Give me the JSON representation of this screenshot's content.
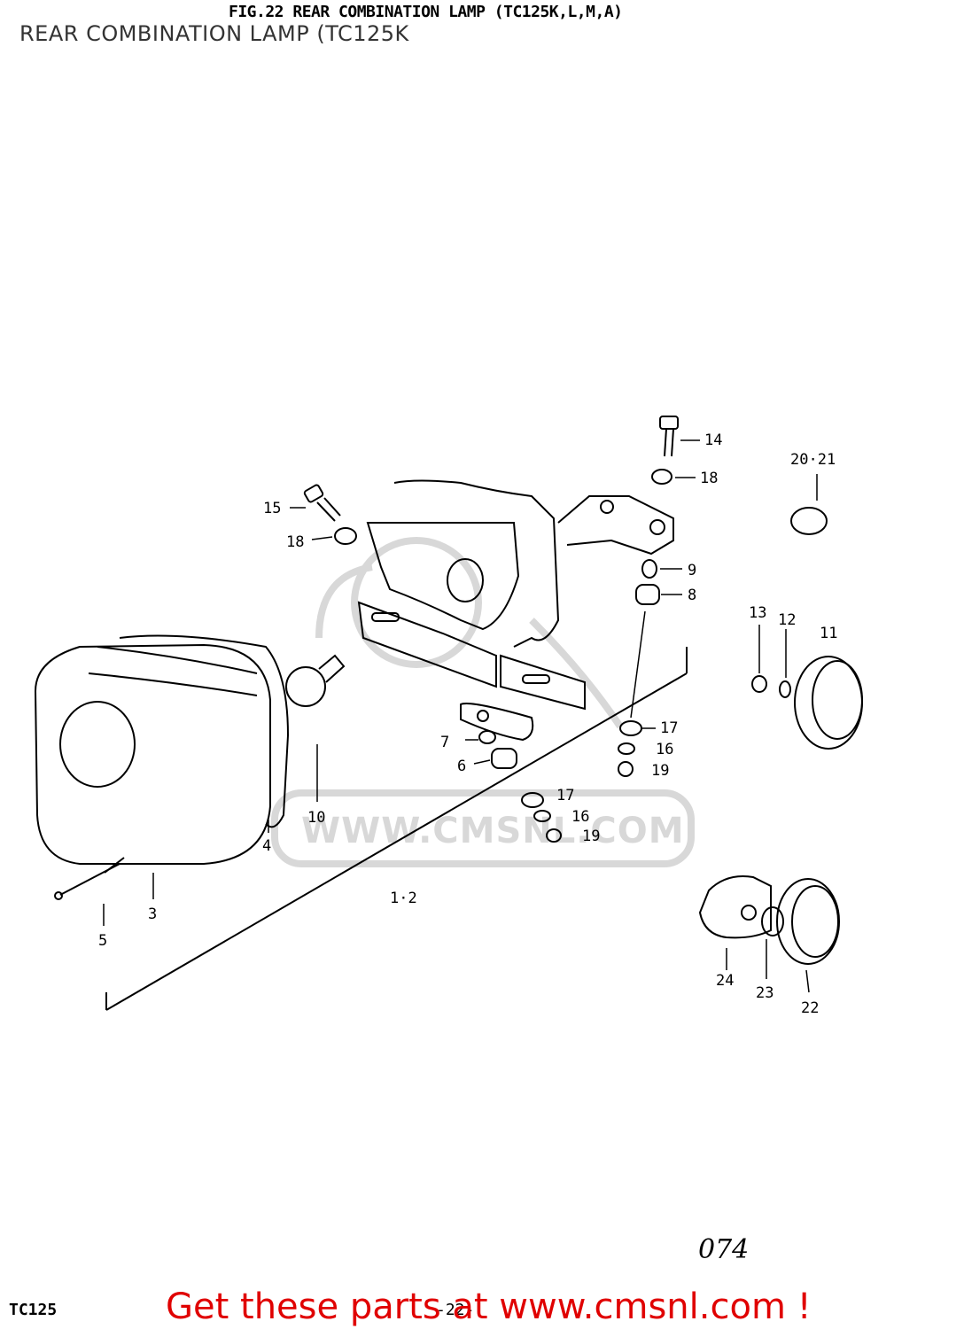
{
  "header": {
    "page_title": "REAR COMBINATION LAMP (TC125K",
    "figure_heading": "FIG.22  REAR COMBINATION LAMP (TC125K,L,M,A)"
  },
  "watermark": {
    "text": "WWW.CMSNL.COM"
  },
  "labels": {
    "p1_2": "1·2",
    "p3": "3",
    "p4": "4",
    "p5": "5",
    "p6": "6",
    "p7": "7",
    "p8": "8",
    "p9": "9",
    "p10": "10",
    "p11": "11",
    "p12": "12",
    "p13": "13",
    "p14": "14",
    "p15": "15",
    "p16a": "16",
    "p16b": "16",
    "p17a": "17",
    "p17b": "17",
    "p18a": "18",
    "p18b": "18",
    "p19a": "19",
    "p19b": "19",
    "p20_21": "20·21",
    "p22": "22",
    "p23": "23",
    "p24": "24"
  },
  "footer": {
    "page_number": "074",
    "model": "TC125",
    "page_sub": "-22-",
    "promo_link": "Get these parts at www.cmsnl.com !"
  },
  "colors": {
    "promo": "#e00000",
    "watermark": "#d8d8d8",
    "line": "#000000"
  }
}
